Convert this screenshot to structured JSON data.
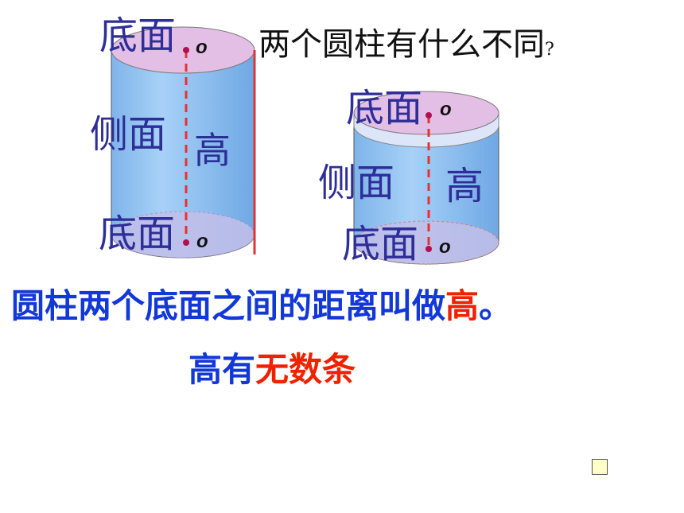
{
  "question": "两个圆柱有什么不同",
  "question_mark": "?",
  "cylinder_left": {
    "top_label": "底面",
    "side_label": "侧面",
    "height_label": "高",
    "bottom_label": "底面",
    "center_top": "o",
    "center_bottom": "o"
  },
  "cylinder_right": {
    "top_label": "底面",
    "side_label": "侧面",
    "height_label": "高",
    "bottom_label": "底面",
    "center_top": "o",
    "center_bottom": "o"
  },
  "definition": {
    "prefix": "圆柱两个底面之间的距离叫做",
    "highlight": "高",
    "suffix": "。"
  },
  "note": {
    "prefix": "高有",
    "highlight": "无数条"
  },
  "colors": {
    "cylinder_body": "#93c4f2",
    "base_fill": "#e6bfe6",
    "height_line": "#e53333",
    "label_color": "#2e2e98",
    "text_blue": "#1238d8",
    "text_red": "#ee2200"
  }
}
